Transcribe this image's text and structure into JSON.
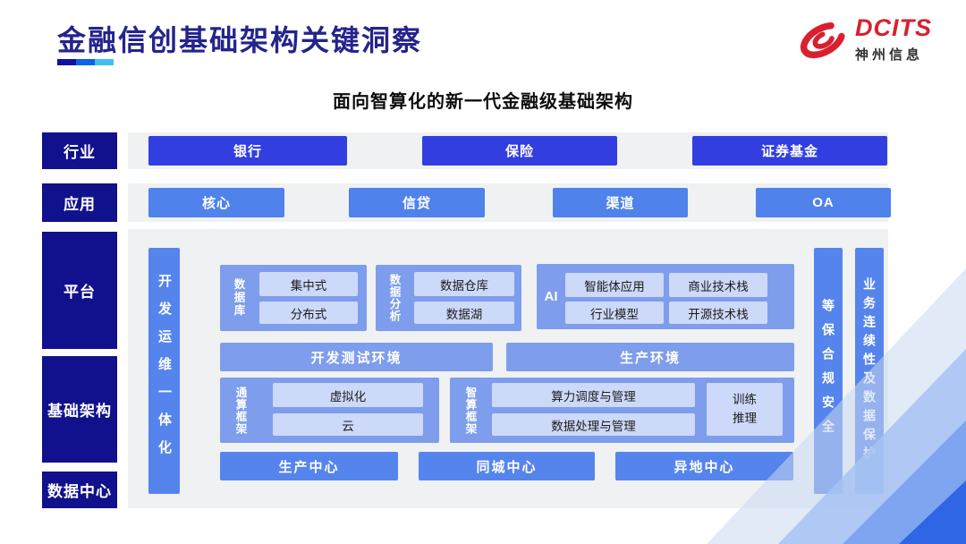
{
  "header": {
    "title": "金融信创基础架构关键洞察",
    "logo": {
      "brand": "DCITS",
      "company": "神州信息"
    }
  },
  "subtitle": "面向智算化的新一代金融级基础架构",
  "side_labels": {
    "industry": "行业",
    "application": "应用",
    "platform": "平台",
    "infrastructure": "基础架构",
    "datacenter": "数据中心"
  },
  "industry_row": {
    "items": [
      "银行",
      "保险",
      "证券基金"
    ]
  },
  "application_row": {
    "items": [
      "核心",
      "信贷",
      "渠道",
      "OA"
    ]
  },
  "platform": {
    "devops_bar": "开发运维一体化",
    "database_group": {
      "label": "数据库",
      "items": [
        "集中式",
        "分布式"
      ]
    },
    "analytics_group": {
      "label": "数据分析",
      "items": [
        "数据仓库",
        "数据湖"
      ]
    },
    "ai_group": {
      "label": "AI",
      "items": [
        "智能体应用",
        "商业技术栈",
        "行业模型",
        "开源技术栈"
      ]
    },
    "env_bars": [
      "开发测试环境",
      "生产环境"
    ],
    "general_compute_group": {
      "label": "通算框架",
      "items": [
        "虚拟化",
        "云"
      ]
    },
    "ai_compute_group": {
      "label": "智算框架",
      "items": [
        "算力调度与管理",
        "数据处理与管理"
      ],
      "side_item": "训练\n推理"
    },
    "centers": [
      "生产中心",
      "同城中心",
      "异地中心"
    ],
    "security_bar": "等保合规安全",
    "continuity_bar": "业务连续性及数据保护"
  },
  "colors": {
    "title_navy": "#24248c",
    "label_navy": "#11118d",
    "industry_button": "#333ee0",
    "application_button": "#4f82ea",
    "bar_blue": "#5584ec",
    "group_blue": "#7e9dec",
    "light_box": "#cdd9f8",
    "strip_gray": "#f0f1f3",
    "brand_red": "#d9202f",
    "underline": [
      "#1111a0",
      "#0e62e6",
      "#3fc0ee"
    ]
  }
}
